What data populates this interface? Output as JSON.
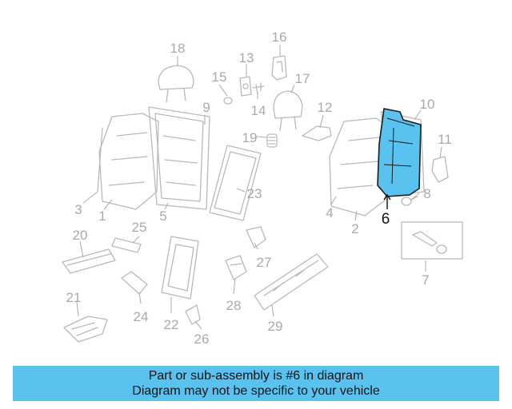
{
  "diagram": {
    "highlight_color": "#59c2ee",
    "highlighted_part": "6",
    "callouts": [
      "1",
      "2",
      "3",
      "4",
      "5",
      "6",
      "7",
      "8",
      "9",
      "10",
      "11",
      "12",
      "13",
      "14",
      "15",
      "16",
      "17",
      "18",
      "19",
      "20",
      "21",
      "22",
      "23",
      "24",
      "25",
      "26",
      "27",
      "28",
      "29"
    ]
  },
  "banner": {
    "line1": "Part or sub-assembly is #6 in diagram",
    "line2": "Diagram may not be specific to your vehicle",
    "color": "#59c2ee"
  }
}
